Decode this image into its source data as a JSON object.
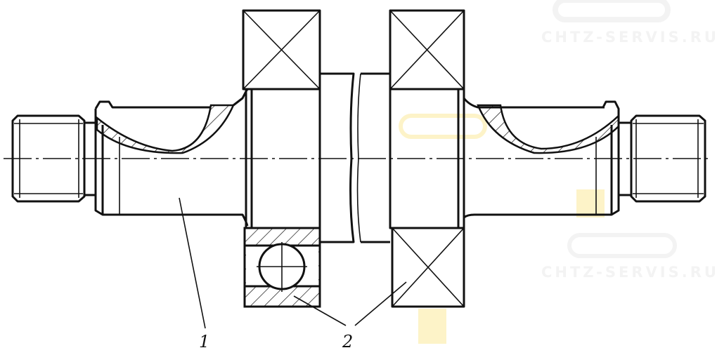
{
  "drawing": {
    "labels": [
      {
        "id": "1",
        "text": "1"
      },
      {
        "id": "2",
        "text": "2"
      }
    ],
    "watermark": "CHTZ-SERVIS.RU",
    "colors": {
      "line": "#111111",
      "watermark": "#f3f3f3",
      "logo": "#fdf3c8"
    }
  }
}
